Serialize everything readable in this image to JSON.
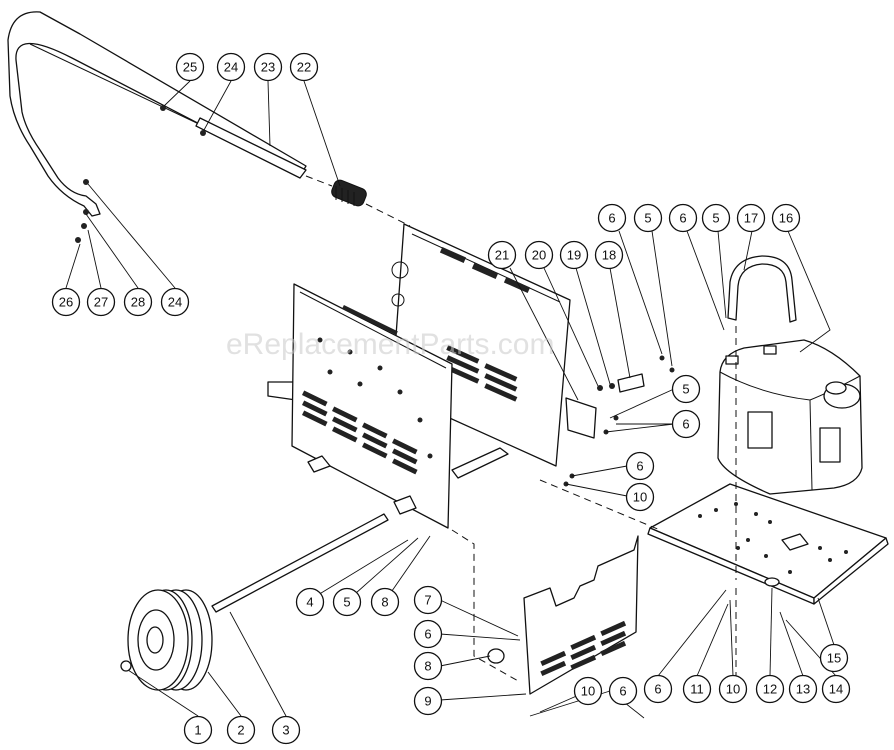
{
  "diagram": {
    "watermark": "eReplacementParts.com",
    "callouts": [
      "25",
      "24",
      "23",
      "22",
      "26",
      "27",
      "28",
      "24",
      "21",
      "20",
      "19",
      "18",
      "6",
      "5",
      "6",
      "5",
      "17",
      "16",
      "5",
      "6",
      "6",
      "10",
      "4",
      "5",
      "8",
      "7",
      "6",
      "8",
      "9",
      "10",
      "6",
      "6",
      "11",
      "10",
      "12",
      "13",
      "14",
      "15",
      "1",
      "2",
      "3"
    ]
  }
}
